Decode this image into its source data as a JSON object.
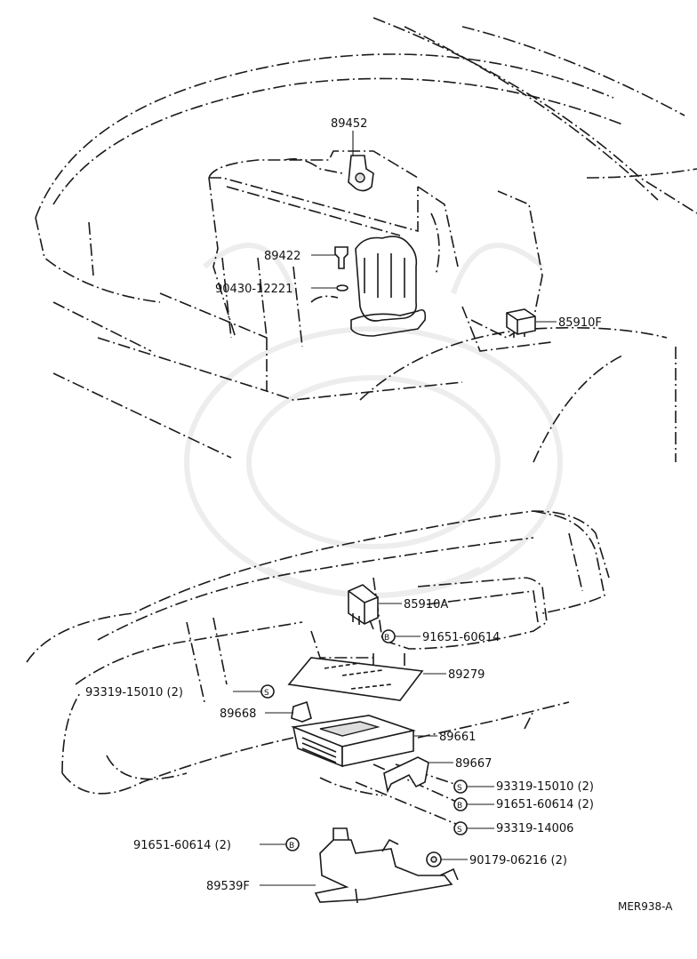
{
  "diagram": {
    "code": "MER938-A",
    "parts": {
      "p89452": "89452",
      "p89422": "89422",
      "p90430": "90430-12221",
      "p85910f": "85910F",
      "p85910a": "85910A",
      "p91651a": "91651-60614",
      "p89279": "89279",
      "p93319a": "93319-15010 (2)",
      "p89668": "89668",
      "p89661": "89661",
      "p89667": "89667",
      "p93319b": "93319-15010 (2)",
      "p91651b": "91651-60614 (2)",
      "p93319c": "93319-14006",
      "p91651c": "91651-60614 (2)",
      "p90179": "90179-06216 (2)",
      "p89539f": "89539F"
    },
    "symbols": {
      "s": "S",
      "b": "B"
    }
  }
}
